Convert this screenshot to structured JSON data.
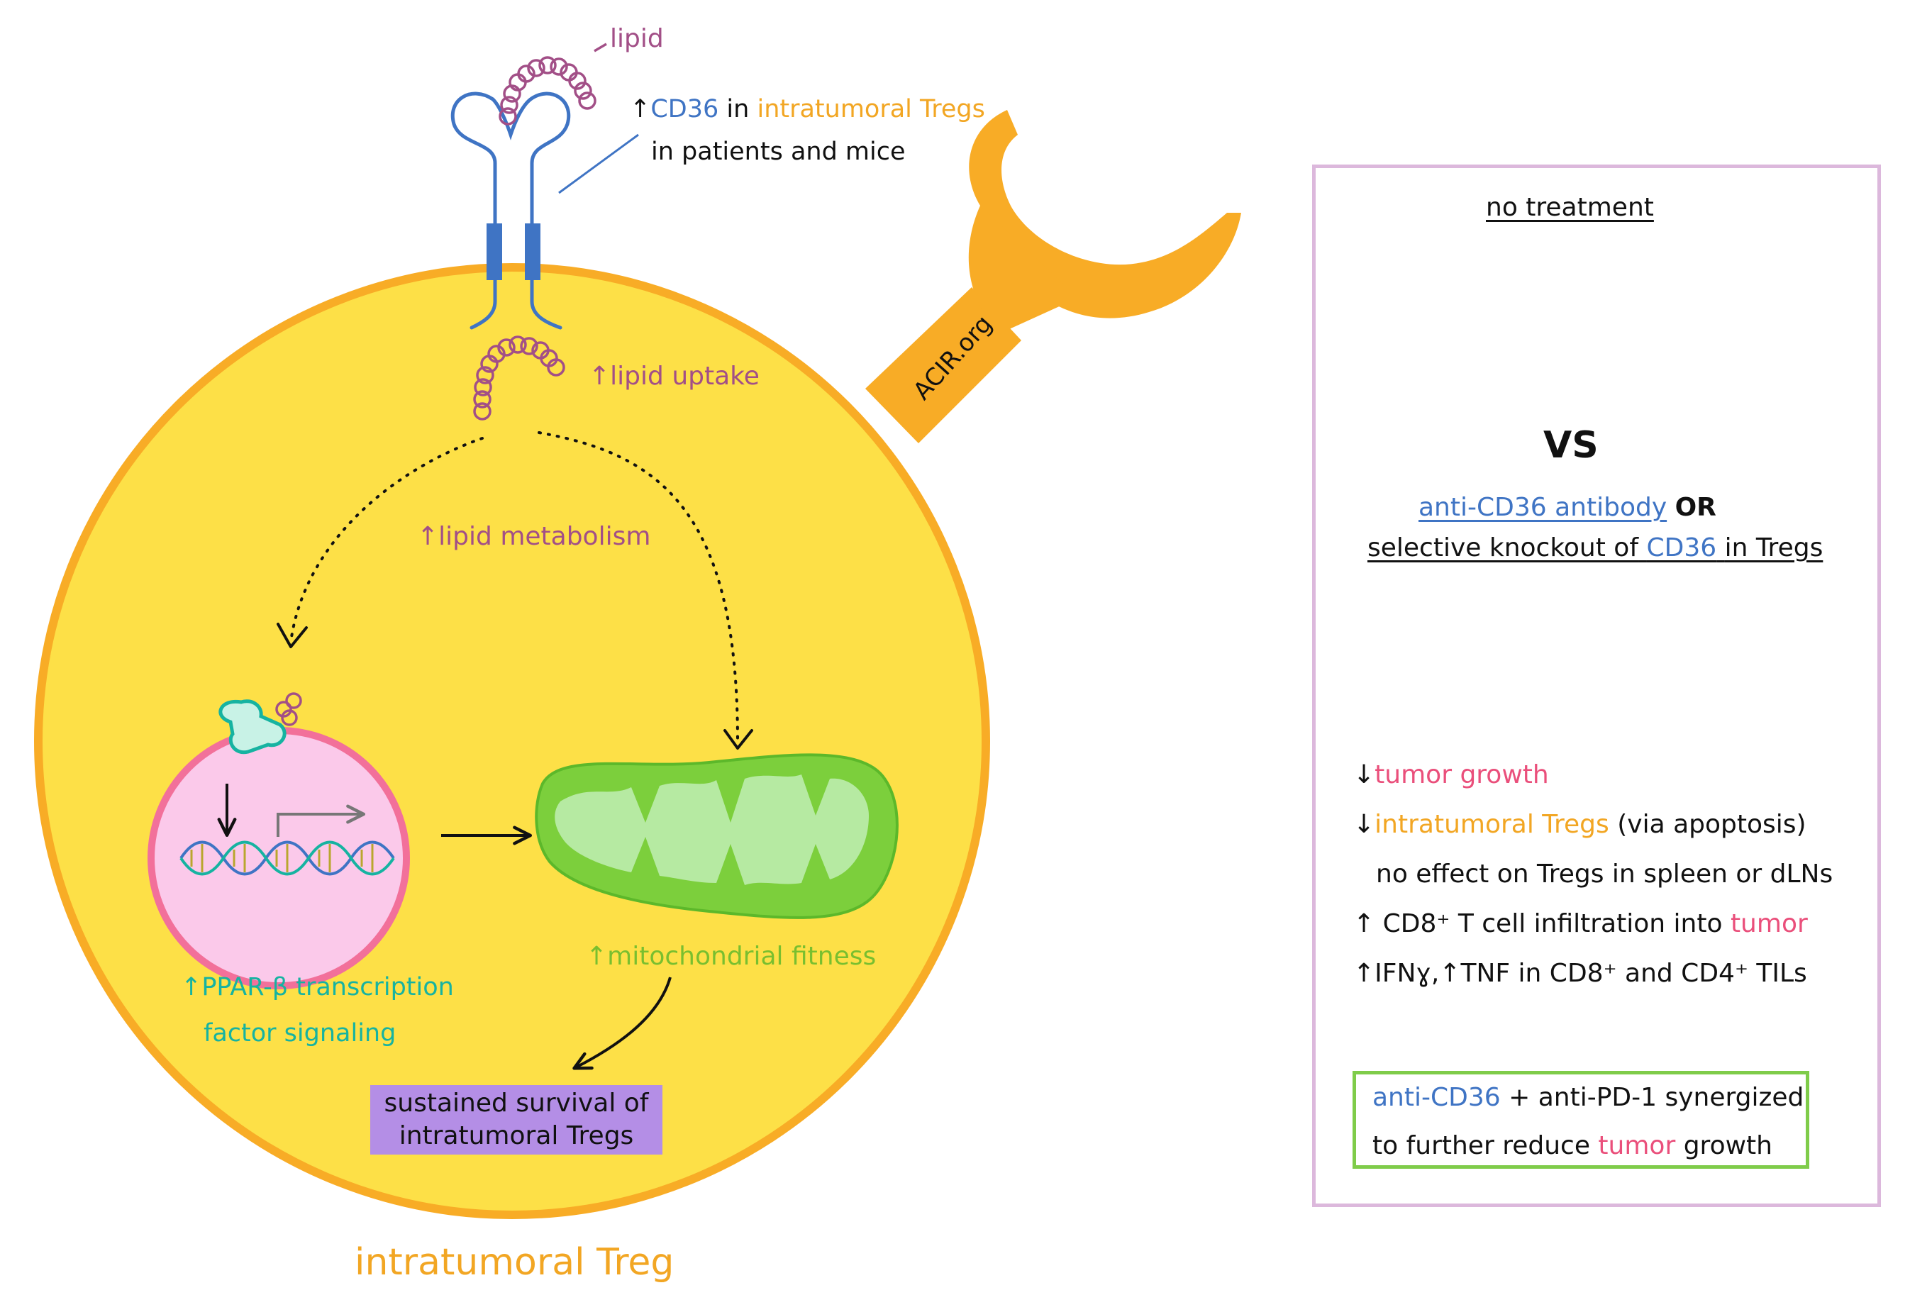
{
  "diagram": {
    "labels": {
      "lipid_top": "lipid",
      "cd36_line1_arrow": "↑",
      "cd36_line1_cd36": "CD36",
      "cd36_line1_in": "in",
      "cd36_line1_tregs": "intratumoral Tregs",
      "cd36_line2": "in patients and mice",
      "lipid_uptake": "↑lipid uptake",
      "lipid_metabolism": "↑lipid metabolism",
      "ppar_line1": "↑PPAR-β transcription",
      "ppar_line2": "factor signaling",
      "mito": "↑mitochondrial fitness",
      "survival_line1": "sustained survival of",
      "survival_line2": "intratumoral Tregs",
      "cell_name": "intratumoral Treg",
      "logo": "ACIR.org"
    },
    "panel": {
      "no_treatment": "no treatment",
      "vs": "VS",
      "treat_line1_antibody": "anti-CD36 antibody",
      "treat_line1_or": "OR",
      "treat_line2_pre": "selective knockout of",
      "treat_line2_cd36": "CD36",
      "treat_line2_post": "in Tregs",
      "outcomes": {
        "o1_arrow": "↓",
        "o1_text": "tumor growth",
        "o2_arrow": "↓",
        "o2_text": "intratumoral Tregs",
        "o2_rest": "(via apoptosis)",
        "o3": "no effect on Tregs in spleen or dLNs",
        "o4_pre": "↑ CD8⁺ T cell infiltration into",
        "o4_tumor": "tumor",
        "o5": "↑IFNɣ,↑TNF in CD8⁺ and CD4⁺ TILs"
      },
      "synergy_line1_cd36": "anti-CD36",
      "synergy_line1_rest": "+ anti-PD-1 synergized",
      "synergy_line2_pre": "to further reduce",
      "synergy_line2_tumor": "tumor",
      "synergy_line2_post": "growth"
    }
  },
  "colors": {
    "cell_fill": "#fde047",
    "cell_border": "#f8ac26",
    "nucleus_fill": "#fbc9ea",
    "nucleus_border": "#f2709a",
    "mito_outer": "#7ccf3c",
    "mito_inner": "#b6eaa2",
    "receptor": "#3f74c4",
    "lipid": "#a24f87",
    "tumor": "#ef6a8a"
  }
}
